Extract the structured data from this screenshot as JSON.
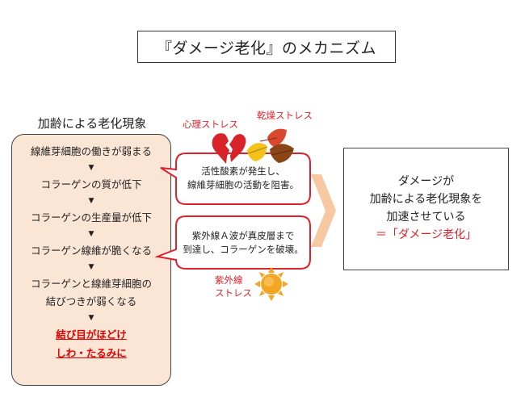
{
  "title": "『ダメージ老化』のメカニズム",
  "aging": {
    "heading": "加齢による老化現象",
    "steps": [
      "線維芽細胞の働きが弱まる",
      "コラーゲンの質が低下",
      "コラーゲンの生産量が低下",
      "コラーゲン線維が脆くなる",
      "コラーゲンと線維芽細胞の",
      "結びつきが弱くなる"
    ],
    "arrow": "▼",
    "result": [
      "結び目がほどけ",
      "しわ・たるみに"
    ]
  },
  "stress": {
    "psychological": "心理ストレス",
    "dryness": "乾燥ストレス",
    "uv_line1": "紫外線",
    "uv_line2": "ストレス"
  },
  "bubbles": {
    "top": [
      "活性酸素が発生し、",
      "線維芽細胞の活動を阻害。"
    ],
    "bottom": [
      "紫外線Ａ波が真皮層まで",
      "到達し、コラーゲンを破壊。"
    ]
  },
  "conclusion": [
    "ダメージが",
    "加齢による老化現象を",
    "加速させている",
    "＝「ダメージ老化」"
  ],
  "colors": {
    "accent_red": "#e0202a",
    "box_fill": "#fbe6d6",
    "big_arrow": "#f6c9a3",
    "sun": "#f2a623",
    "broken_heart": "#d8232a"
  },
  "icons": [
    "broken-heart-icon",
    "autumn-leaves-icon",
    "sun-icon"
  ]
}
